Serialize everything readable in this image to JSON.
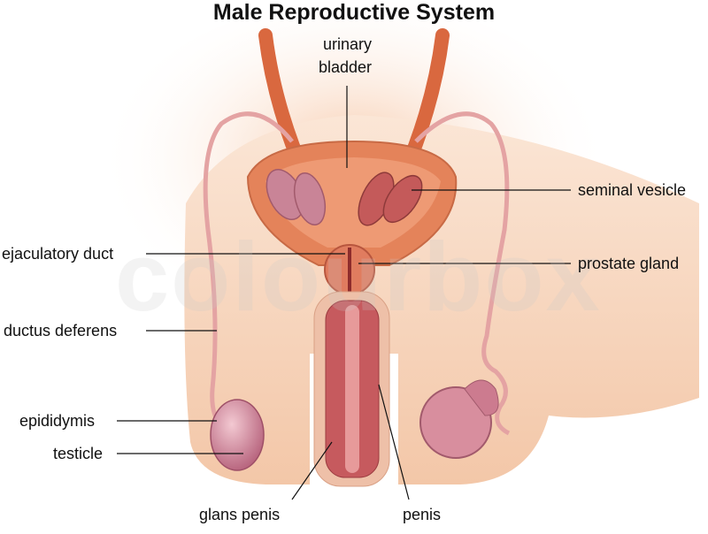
{
  "title": "Male Reproductive System",
  "watermark": "colourbox",
  "labels": {
    "urinary_bladder_1": "urinary",
    "urinary_bladder_2": "bladder",
    "seminal_vesicle": "seminal vesicle",
    "ejaculatory_duct": "ejaculatory duct",
    "prostate_gland": "prostate gland",
    "ductus_deferens": "ductus deferens",
    "epididymis": "epididymis",
    "testicle": "testicle",
    "glans_penis": "glans penis",
    "penis": "penis"
  },
  "colors": {
    "skin": "#f6d2b6",
    "bladder": "#e4835a",
    "tissue": "#c65a5e",
    "pink": "#d99aa8"
  }
}
